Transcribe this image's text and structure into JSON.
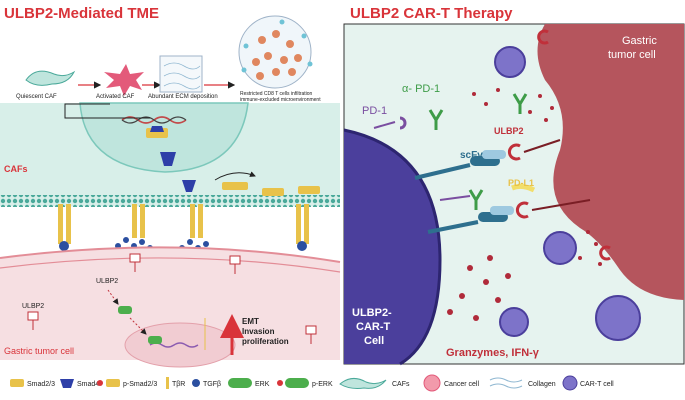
{
  "left_panel": {
    "title": "ULBP2-Mediated TME",
    "flow": {
      "step1": "Quiescent CAF",
      "step2": "Activated CAF",
      "step3": "Abundant ECM deposition",
      "step4_line1": "Restricted CD8 T cells infiltration",
      "step4_line2": "immune-excluded microenvironment"
    },
    "caf_label": "CAFs",
    "ulbp2_label_a": "ULBP2",
    "ulbp2_label_b": "ULBP2",
    "tumor_label": "Gastric tumor cell",
    "outcome_line1": "EMT",
    "outcome_line2": "Invasion",
    "outcome_line3": "proliferation"
  },
  "right_panel": {
    "title": "ULBP2 CAR-T Therapy",
    "tumor_label_line1": "Gastric",
    "tumor_label_line2": "tumor cell",
    "anti_pd1": "α- PD-1",
    "pd1": "PD-1",
    "scfv": "scFv",
    "ulbp2": "ULBP2",
    "pdl1": "PD-L1",
    "cart_line1": "ULBP2-",
    "cart_line2": "CAR-T",
    "cart_line3": "Cell",
    "granzymes": "Granzymes, IFN-γ"
  },
  "legend": [
    {
      "label": "Smad2/3"
    },
    {
      "label": "Smad4"
    },
    {
      "label": "p-Smad2/3"
    },
    {
      "label": "TβR"
    },
    {
      "label": "TGFβ"
    },
    {
      "label": "ERK"
    },
    {
      "label": "p-ERK"
    },
    {
      "label": "CAFs"
    },
    {
      "label": "Cancer cell"
    },
    {
      "label": "Collagen"
    },
    {
      "label": "CAR-T cell"
    }
  ],
  "colors": {
    "title_red": "#d9343a",
    "caf_band": "#d8efe9",
    "tumor_pink": "#f6dfe2",
    "tumor_dark": "#b5555d",
    "cart_purple": "#4b3f9c",
    "panel_border": "#333333",
    "right_bg": "#e6f3ef"
  }
}
